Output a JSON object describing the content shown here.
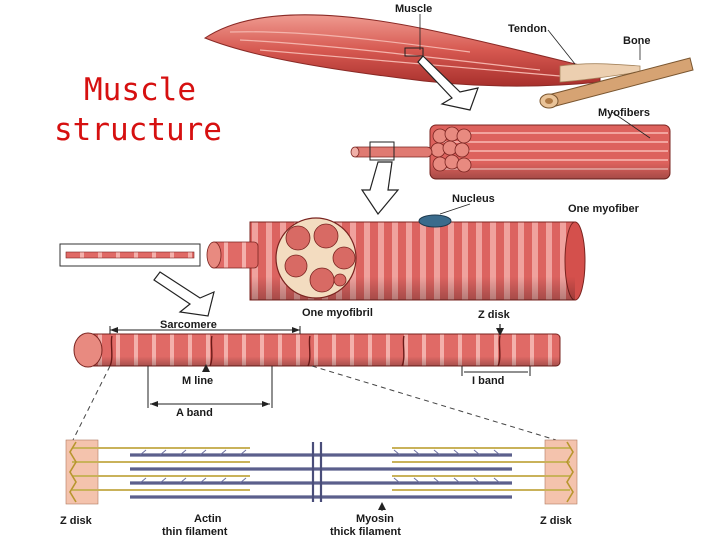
{
  "title": {
    "line1": "Muscle",
    "line2": "structure"
  },
  "labels": {
    "muscle": "Muscle",
    "tendon": "Tendon",
    "bone": "Bone",
    "myofibers": "Myofibers",
    "nucleus": "Nucleus",
    "one_myofiber": "One myofiber",
    "one_myofibril": "One myofibril",
    "sarcomere": "Sarcomere",
    "z_disk_top": "Z disk",
    "m_line": "M line",
    "a_band": "A band",
    "i_band": "I band",
    "z_disk_left": "Z disk",
    "z_disk_right": "Z disk",
    "actin": "Actin",
    "thin_filament": "thin filament",
    "myosin": "Myosin",
    "thick_filament": "thick filament"
  },
  "colors": {
    "title": "#d61010",
    "muscle": "#d9574f",
    "muscle_dark": "#b83a35",
    "tendon": "#e8c9a8",
    "bone": "#d8a878",
    "fiber_band": "#e87a78",
    "actin": "#c9b25a",
    "myosin": "#5b5f8c"
  }
}
